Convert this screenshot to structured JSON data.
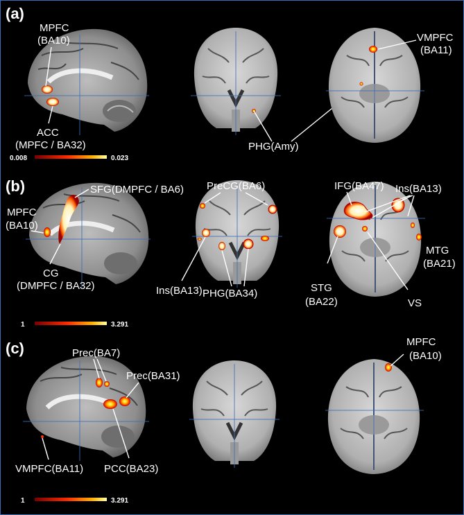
{
  "panels": [
    {
      "label": "(a)",
      "annotations": [
        "MPFC",
        "(BA10)",
        "ACC",
        "(MPFC / BA32)",
        "PHG(Amy)",
        "VMPFC",
        "(BA11)"
      ],
      "colorbar": {
        "min": "0.008",
        "max": "0.023"
      }
    },
    {
      "label": "(b)",
      "annotations": [
        "SFG(DMPFC / BA6)",
        "MPFC",
        "(BA10)",
        "CG",
        "(DMPFC / BA32)",
        "PreCG(BA6)",
        "Ins(BA13)",
        "PHG(BA34)",
        "IFG(BA47)",
        "Ins(BA13)",
        "MTG",
        "(BA21)",
        "STG",
        "(BA22)",
        "VS"
      ],
      "colorbar": {
        "min": "1",
        "max": "3.291"
      }
    },
    {
      "label": "(c)",
      "annotations": [
        "Prec(BA7)",
        "Prec(BA31)",
        "VMPFC(BA11)",
        "PCC(BA23)",
        "MPFC",
        "(BA10)"
      ],
      "colorbar": {
        "min": "1",
        "max": "3.291"
      }
    }
  ],
  "colors": {
    "frame": "#3a6fb8",
    "hot_low": "#8b0000",
    "hot_mid": "#ff4500",
    "hot_high": "#ffff66"
  }
}
